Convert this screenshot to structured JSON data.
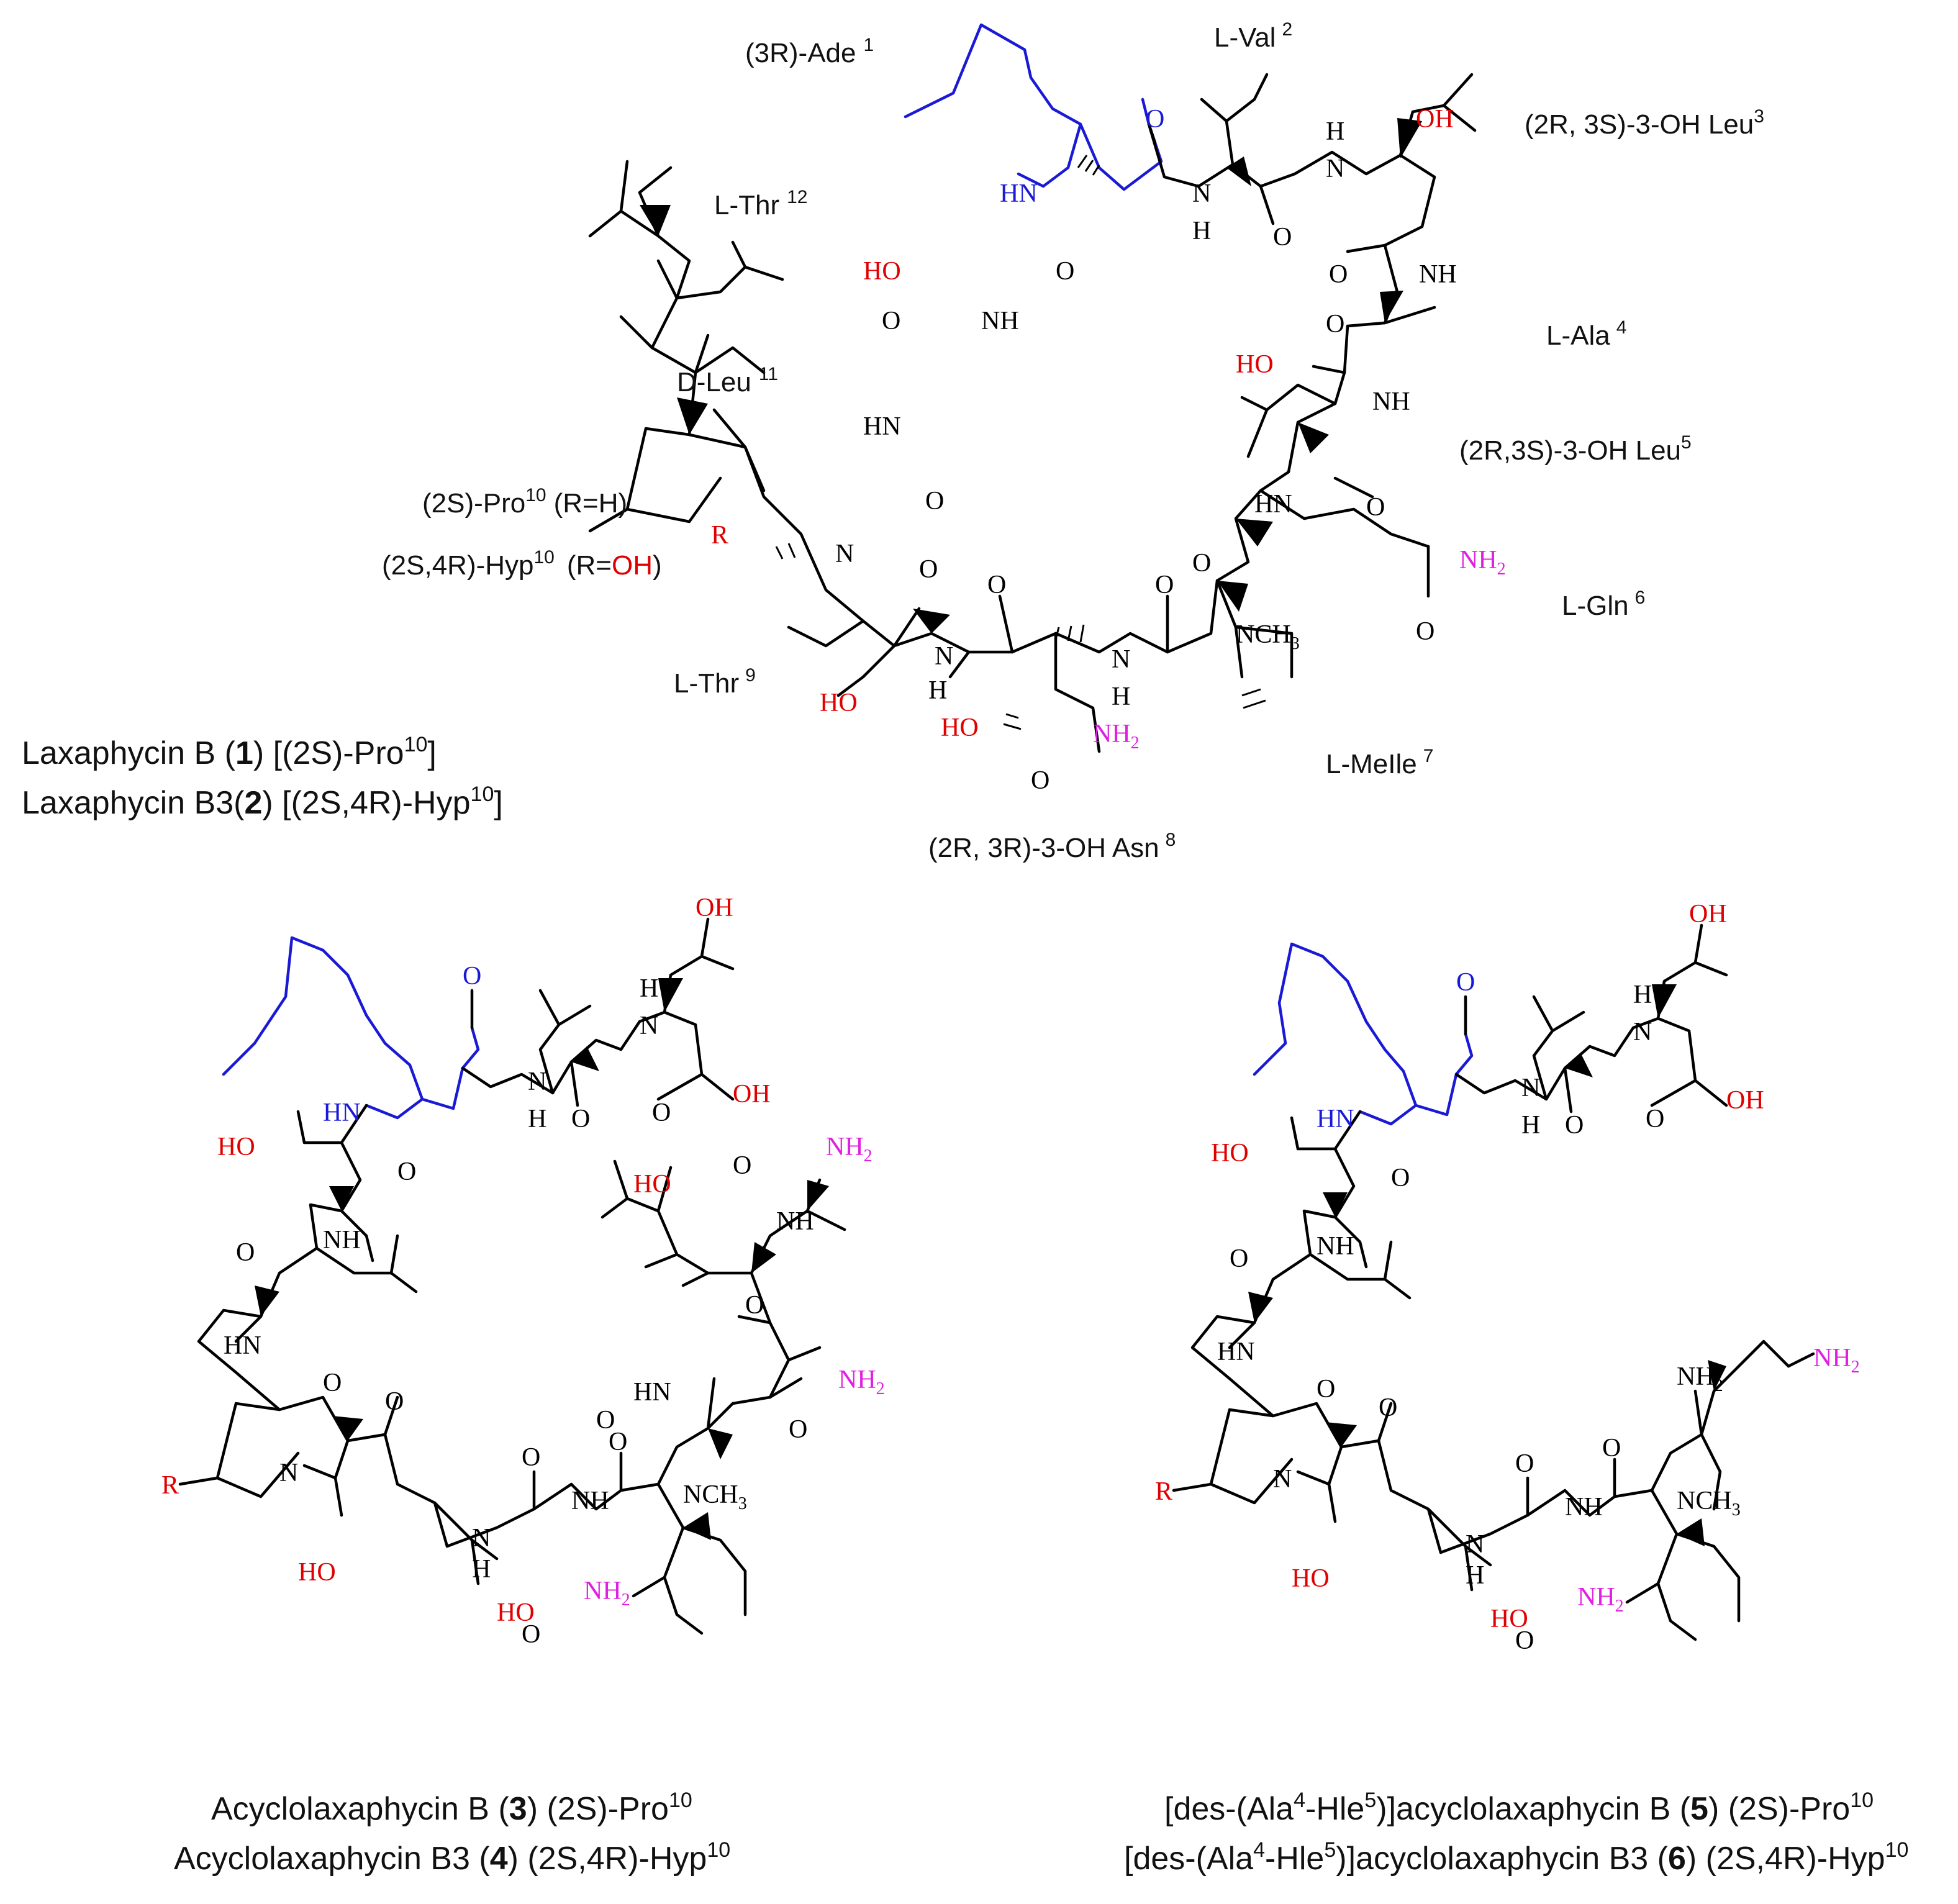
{
  "colors": {
    "carbon": "#000000",
    "heteroatom_red": "#e00000",
    "amide_magenta": "#e020e0",
    "fatty_chain_blue": "#1a1ad6",
    "nitrogen": "#1a1ad6"
  },
  "residue_labels": {
    "ade1": "(3R)-Ade",
    "ade1_sup": "1",
    "val2": "L-Val",
    "val2_sup": "2",
    "oh_leu3": "(2R, 3S)-3-OH Leu",
    "oh_leu3_sup": "3",
    "thr12": "L-Thr",
    "thr12_sup": "12",
    "ala4": "L-Ala",
    "ala4_sup": "4",
    "dleu11": "D-Leu",
    "dleu11_sup": "11",
    "oh_leu5": "(2R,3S)-3-OH Leu",
    "oh_leu5_sup": "5",
    "pro10_a": "(2S)-Pro",
    "pro10_sup": "10",
    "pro10_b": "(R=H)",
    "hyp10_a": "(2S,4R)-Hyp",
    "hyp10_sup": "10",
    "hyp10_b": "(R=",
    "hyp10_oh": "OH",
    "hyp10_c": ")",
    "gln6": "L-Gln",
    "gln6_sup": "6",
    "thr9": "L-Thr",
    "thr9_sup": "9",
    "meile7": "L-MeIle",
    "meile7_sup": "7",
    "oh_asn8": "(2R, 3R)-3-OH Asn",
    "oh_asn8_sup": "8"
  },
  "captions": {
    "lax_b_name": "Laxaphycin B (",
    "lax_b_num": "1",
    "lax_b_rest": ") [(2S)-Pro",
    "lax_b_sup": "10",
    "lax_b_end": "]",
    "lax_b3_name": "Laxaphycin B3(",
    "lax_b3_num": "2",
    "lax_b3_rest": ")  [(2S,4R)-Hyp",
    "lax_b3_sup": "10",
    "lax_b3_end": "]",
    "acyc_b_name": "Acyclolaxaphycin B (",
    "acyc_b_num": "3",
    "acyc_b_rest": ")  (2S)-Pro",
    "acyc_b_sup": "10",
    "acyc_b3_name": "Acyclolaxaphycin B3 (",
    "acyc_b3_num": "4",
    "acyc_b3_rest": ")  (2S,4R)-Hyp",
    "acyc_b3_sup": "10",
    "des_b_a": "[des-(Ala",
    "des_b_s1": "4",
    "des_b_b": "-Hle",
    "des_b_s2": "5",
    "des_b_c": ")]acyclolaxaphycin B (",
    "des_b_num": "5",
    "des_b_d": ")  (2S)-Pro",
    "des_b_s3": "10",
    "des_b3_a": "[des-(Ala",
    "des_b3_s1": "4",
    "des_b3_b": "-Hle",
    "des_b3_s2": "5",
    "des_b3_c": ")]acyclolaxaphycin B3 (",
    "des_b3_num": "6",
    "des_b3_d": ")  (2S,4R)-Hyp",
    "des_b3_s3": "10"
  },
  "atoms": {
    "O": "O",
    "OH": "OH",
    "HO": "HO",
    "NH": "NH",
    "HN": "HN",
    "N": "N",
    "H": "H",
    "NH2": "NH",
    "NH2_sub": "2",
    "NCH3": "NCH",
    "NCH3_sub": "3",
    "R": "R"
  }
}
